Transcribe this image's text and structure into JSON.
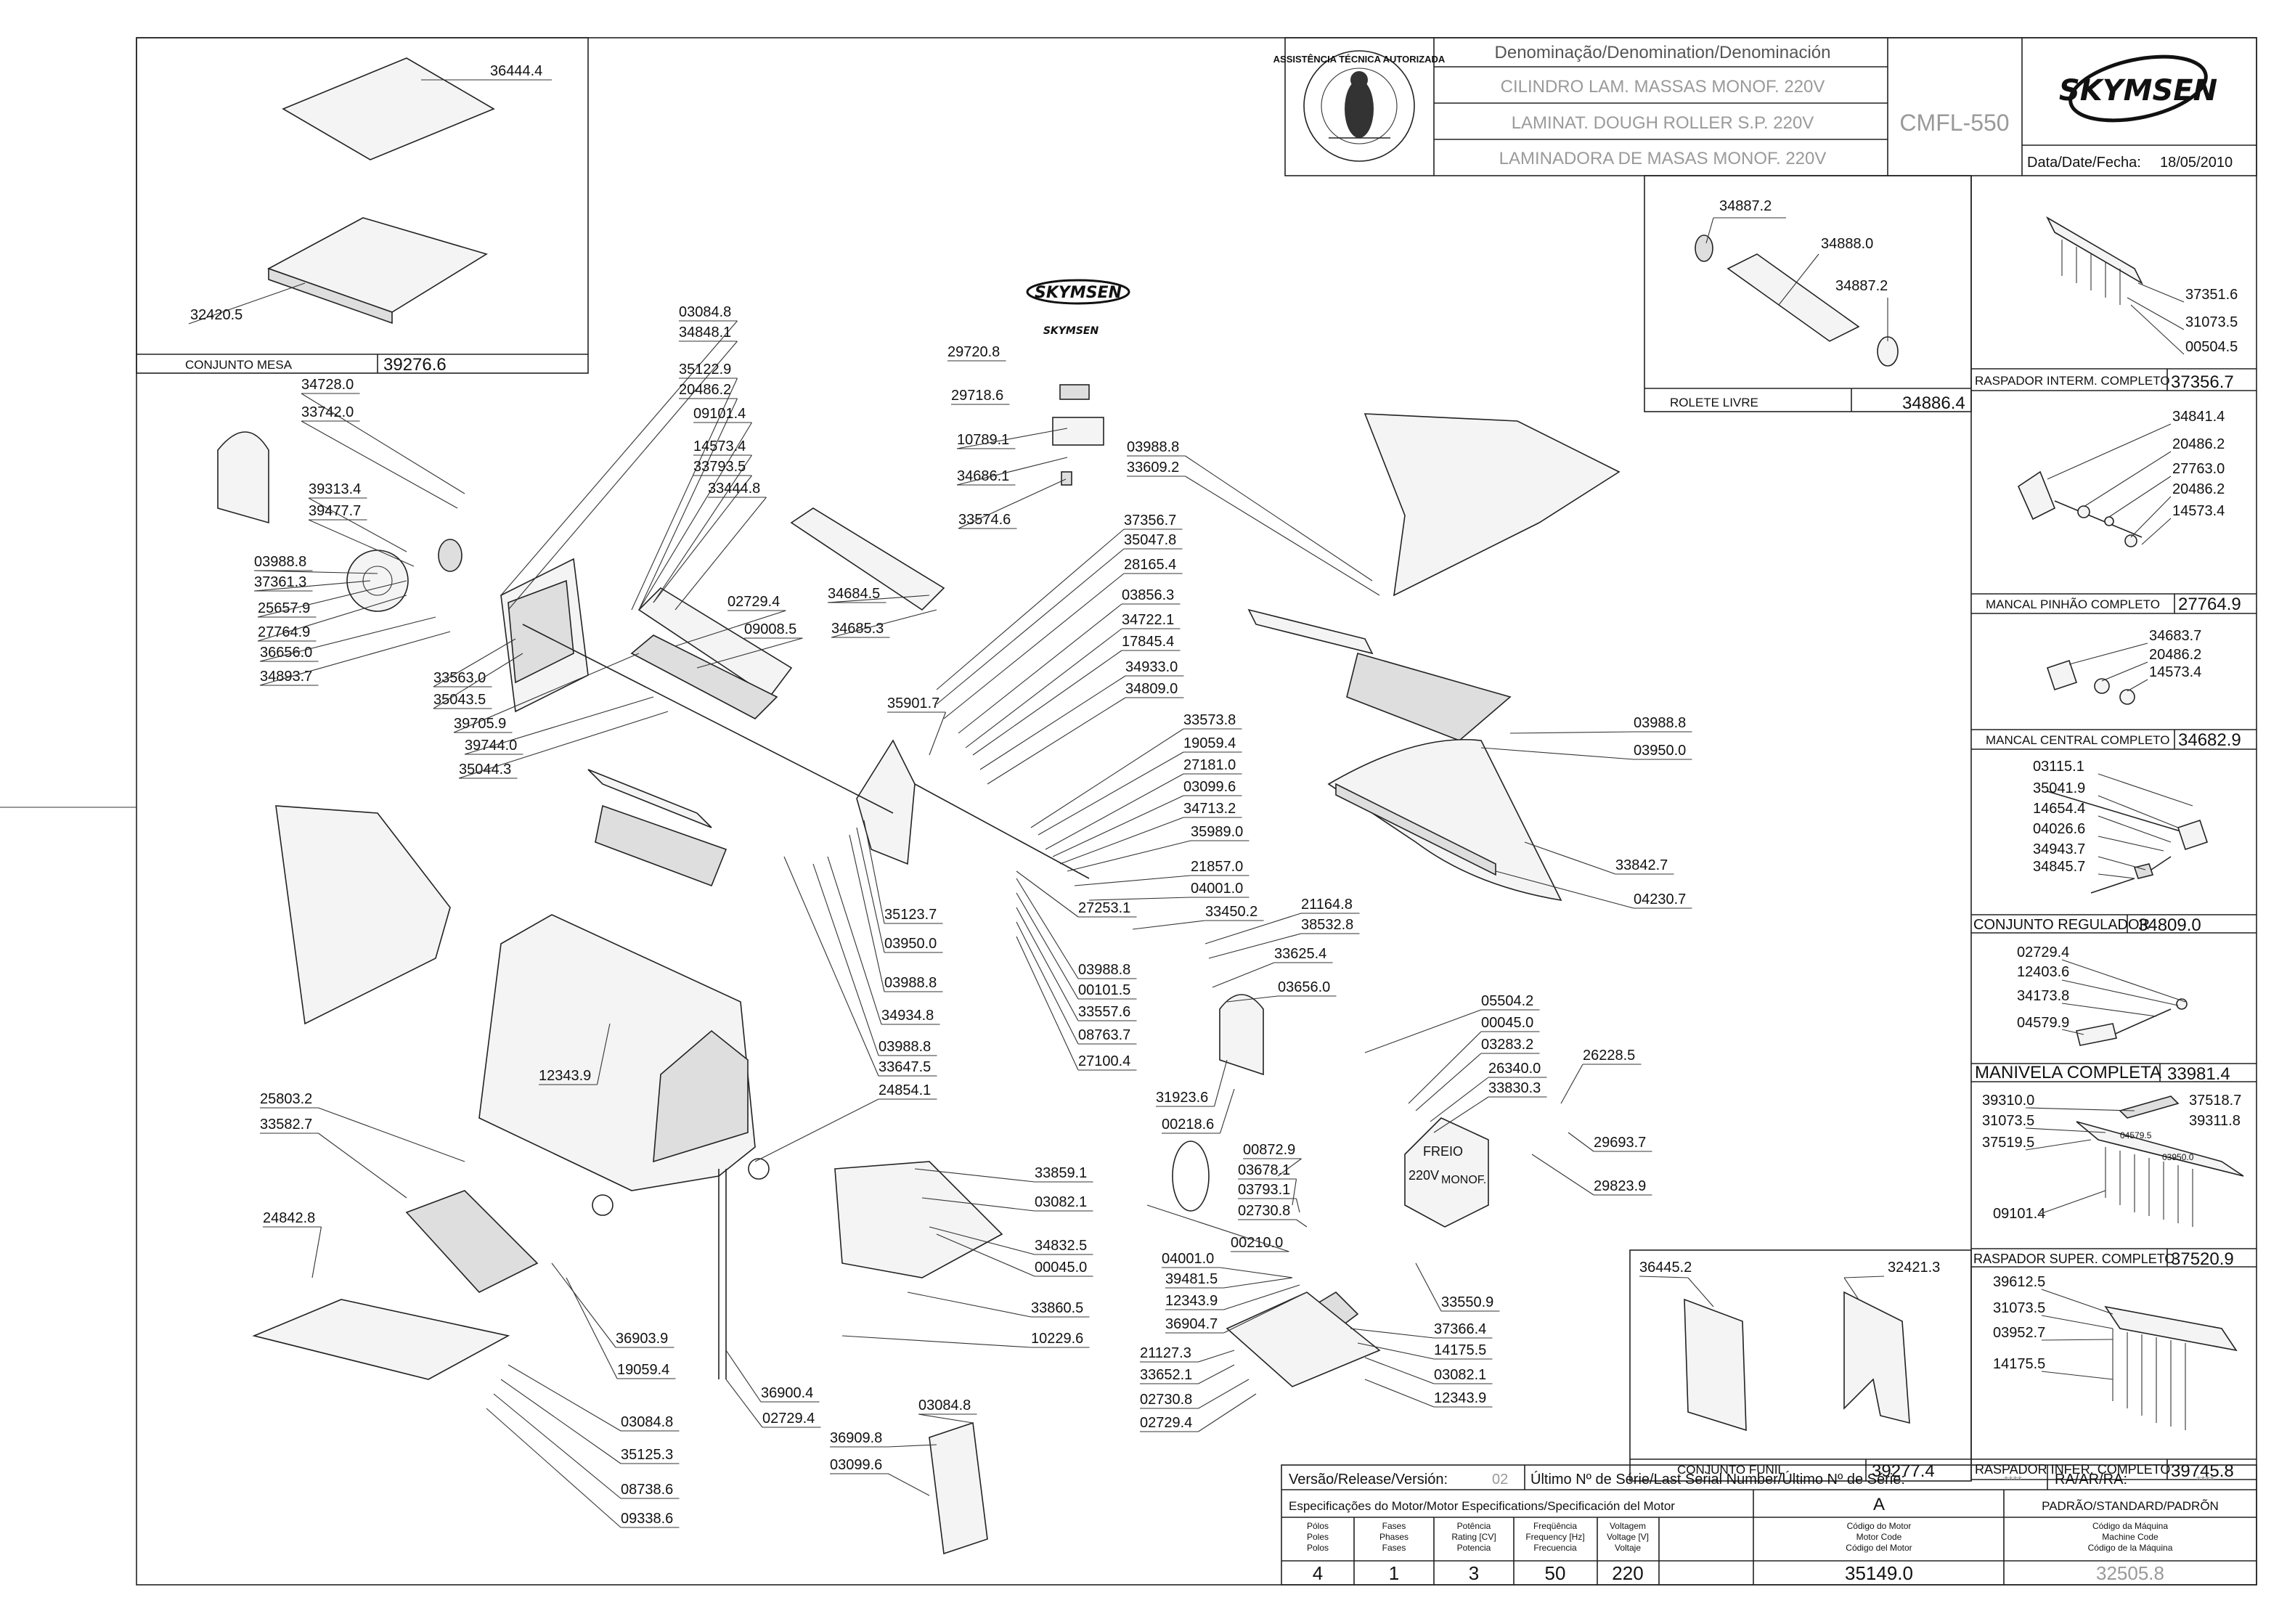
{
  "title_block": {
    "denomination_header": "Denominação/Denomination/Denominación",
    "name_pt": "CILINDRO LAM. MASSAS MONOF. 220V",
    "name_en": "LAMINAT. DOUGH ROLLER S.P. 220V",
    "name_es": "LAMINADORA DE MASAS MONOF. 220V",
    "model": "CMFL-550",
    "brand": "SKYMSEN",
    "date_label": "Data/Date/Fecha:",
    "date_value": "18/05/2010",
    "seal_text": "ASSISTÊNCIA TÉCNICA AUTORIZADA"
  },
  "subassemblies": [
    {
      "name": "CONJUNTO MESA",
      "code": "39276.6"
    },
    {
      "name": "ROLETE LIVRE",
      "code": "34886.4"
    },
    {
      "name": "RASPADOR INTERM. COMPLETO",
      "code": "37356.7"
    },
    {
      "name": "MANCAL PINHÃO COMPLETO",
      "code": "27764.9"
    },
    {
      "name": "MANCAL CENTRAL COMPLETO",
      "code": "34682.9"
    },
    {
      "name": "CONJUNTO REGULADOR",
      "code": "34809.0"
    },
    {
      "name": "MANIVELA COMPLETA",
      "code": "33981.4"
    },
    {
      "name": "RASPADOR SUPER. COMPLETO",
      "code": "37520.9"
    },
    {
      "name": "CONJUNTO FUNIL",
      "code": "39277.4"
    },
    {
      "name": "RASPADOR INFER. COMPLETO",
      "code": "39745.8"
    }
  ],
  "part_labels": {
    "mesa": [
      "36444.4",
      "32420.5"
    ],
    "rolete": [
      "34887.2",
      "34888.0",
      "34887.2"
    ],
    "raspador_interm": [
      "37351.6",
      "31073.5",
      "00504.5"
    ],
    "mancal_pinhao": [
      "34841.4",
      "20486.2",
      "27763.0",
      "20486.2",
      "14573.4"
    ],
    "mancal_central": [
      "34683.7",
      "20486.2",
      "14573.4"
    ],
    "regulador": [
      "03115.1",
      "35041.9",
      "14654.4",
      "04026.6",
      "34943.7",
      "34845.7"
    ],
    "manivela": [
      "02729.4",
      "12403.6",
      "34173.8",
      "04579.9"
    ],
    "raspador_super": [
      "39310.0",
      "31073.5",
      "37519.5",
      "09101.4",
      "37518.7",
      "39311.8",
      "04579.5",
      "03950.0"
    ],
    "funil": [
      "36445.2",
      "32421.3"
    ],
    "raspador_infer": [
      "39612.5",
      "31073.5",
      "03952.7",
      "14175.5"
    ],
    "main_left": [
      "34728.0",
      "33742.0",
      "39313.4",
      "39477.7",
      "03988.8",
      "37361.3",
      "25657.9",
      "27764.9",
      "36656.0",
      "34893.7",
      "03084.8",
      "34848.1",
      "35122.9",
      "20486.2",
      "09101.4",
      "14573.4",
      "33793.5",
      "33444.8",
      "33563.0",
      "35043.5",
      "39705.9",
      "39744.0",
      "35044.3",
      "02729.4",
      "09008.5",
      "34684.5",
      "34685.3"
    ],
    "main_labels": [
      "29720.8",
      "29718.6",
      "10789.1",
      "34686.1",
      "33574.6"
    ],
    "main_mid": [
      "03988.8",
      "33609.2",
      "37356.7",
      "35047.8",
      "28165.4",
      "03856.3",
      "34722.1",
      "17845.4",
      "34933.0",
      "34809.0",
      "35901.7",
      "33573.8",
      "19059.4",
      "27181.0",
      "03099.6",
      "34713.2",
      "35989.0",
      "21857.0",
      "04001.0",
      "33450.2",
      "21164.8",
      "38532.8",
      "33625.4",
      "03656.0",
      "35123.7",
      "03950.0",
      "03988.8",
      "34934.8",
      "03988.8",
      "33647.5",
      "24854.1",
      "27253.1",
      "03988.8",
      "00101.5",
      "33557.6",
      "08763.7",
      "27100.4",
      "12343.9"
    ],
    "main_right": [
      "03988.8",
      "03950.0",
      "33842.7",
      "04230.7"
    ],
    "bottom_left": [
      "25803.2",
      "33582.7",
      "24842.8",
      "36903.9",
      "19059.4",
      "36900.4",
      "02729.4",
      "03084.8",
      "35125.3",
      "08738.6",
      "09338.6",
      "36909.8",
      "03099.6",
      "03084.8"
    ],
    "funnel_lower": [
      "33859.1",
      "03082.1",
      "34832.5",
      "00045.0",
      "33860.5",
      "10229.6"
    ],
    "motor": [
      "05504.2",
      "00045.0",
      "03283.2",
      "26340.0",
      "33830.3",
      "26228.5",
      "29693.7",
      "29823.9",
      "31923.6",
      "00218.6",
      "00872.9",
      "03678.1",
      "03793.1",
      "02730.8",
      "00210.0",
      "04001.0",
      "39481.5",
      "12343.9",
      "36904.7",
      "33550.9",
      "37366.4",
      "14175.5",
      "03082.1",
      "12343.9",
      "21127.3",
      "33652.1",
      "02730.8",
      "02729.4"
    ],
    "motor_box": [
      "FREIO",
      "220V",
      "MONOF."
    ]
  },
  "revision": {
    "version_label": "Versão/Release/Versión:",
    "version_value": "02",
    "serial_label": "Último Nº de Série/Last Serial Number/Último Nº de Série:",
    "serial_value": "****",
    "ra_label": "RA/AR/RA:",
    "ra_value": "****"
  },
  "motor_spec": {
    "header": "Especificações do Motor/Motor Especifications/Specificación del Motor",
    "col_a": "A",
    "col_std": "PADRÃO/STANDARD/PADRÕN",
    "cols": [
      {
        "label": "Pólos\nPoles\nPolos",
        "value": "4"
      },
      {
        "label": "Fases\nPhases\nFases",
        "value": "1"
      },
      {
        "label": "Potência\nRating [CV]\nPotencia",
        "value": "3"
      },
      {
        "label": "Freqüência\nFrequency [Hz]\nFrecuencia",
        "value": "50"
      },
      {
        "label": "Voltagem\nVoltage [V]\nVoltaje",
        "value": "220"
      },
      {
        "label": "Código do Motor\nMotor Code\nCódigo del Motor",
        "value": "35149.0"
      },
      {
        "label": "Código da Máquina\nMachine Code\nCódigo de la Máquina",
        "value": "32505.8"
      }
    ]
  },
  "colors": {
    "line": "#222222",
    "faint": "#9a9a9a"
  }
}
